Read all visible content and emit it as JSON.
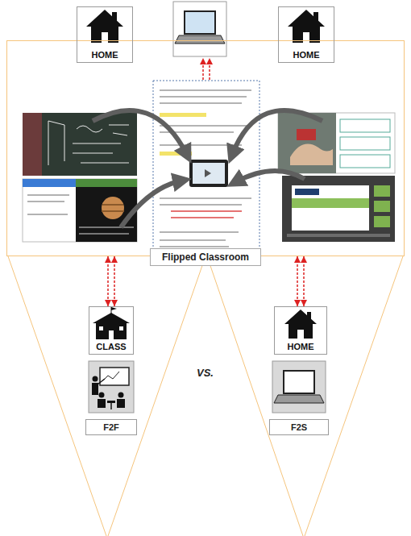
{
  "diagram": {
    "nodes": [
      {
        "text": [
          "HOME"
        ]
      },
      {
        "text": [
          "HOME"
        ]
      },
      {
        "text": [
          "Flipped Classroom"
        ]
      },
      {
        "text": [
          "CLASS"
        ]
      },
      {
        "text": [
          "HOME"
        ]
      },
      {
        "text": [
          "F2F"
        ]
      },
      {
        "text": [
          "F2S"
        ]
      }
    ],
    "edges": [
      {
        "from": 2,
        "to": 3,
        "arrow": "both"
      },
      {
        "from": 2,
        "to": 4,
        "arrow": "both"
      }
    ],
    "labels": [
      "VS."
    ]
  }
}
